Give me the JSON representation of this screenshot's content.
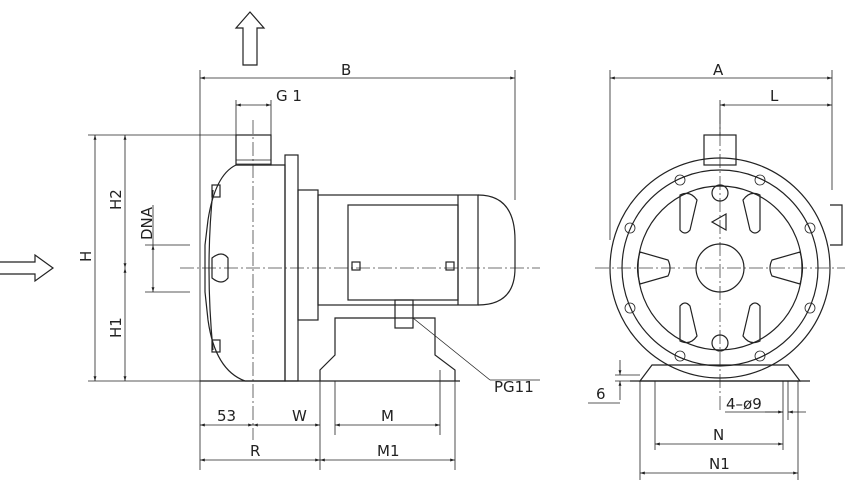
{
  "title": "Pump dimension drawing",
  "side_view": {
    "labels": {
      "B": "B",
      "G1": "G 1",
      "H": "H",
      "H1": "H1",
      "H2": "H2",
      "DNA": "DNA",
      "d53": "53",
      "W": "W",
      "M": "M",
      "R": "R",
      "M1": "M1",
      "PG11": "PG11"
    }
  },
  "front_view": {
    "labels": {
      "A": "A",
      "L": "L",
      "d6": "6",
      "holes": "4–ø9",
      "N": "N",
      "N1": "N1"
    }
  },
  "icons": [
    "flow-outlet-arrow-up",
    "flow-inlet-arrow-right"
  ]
}
